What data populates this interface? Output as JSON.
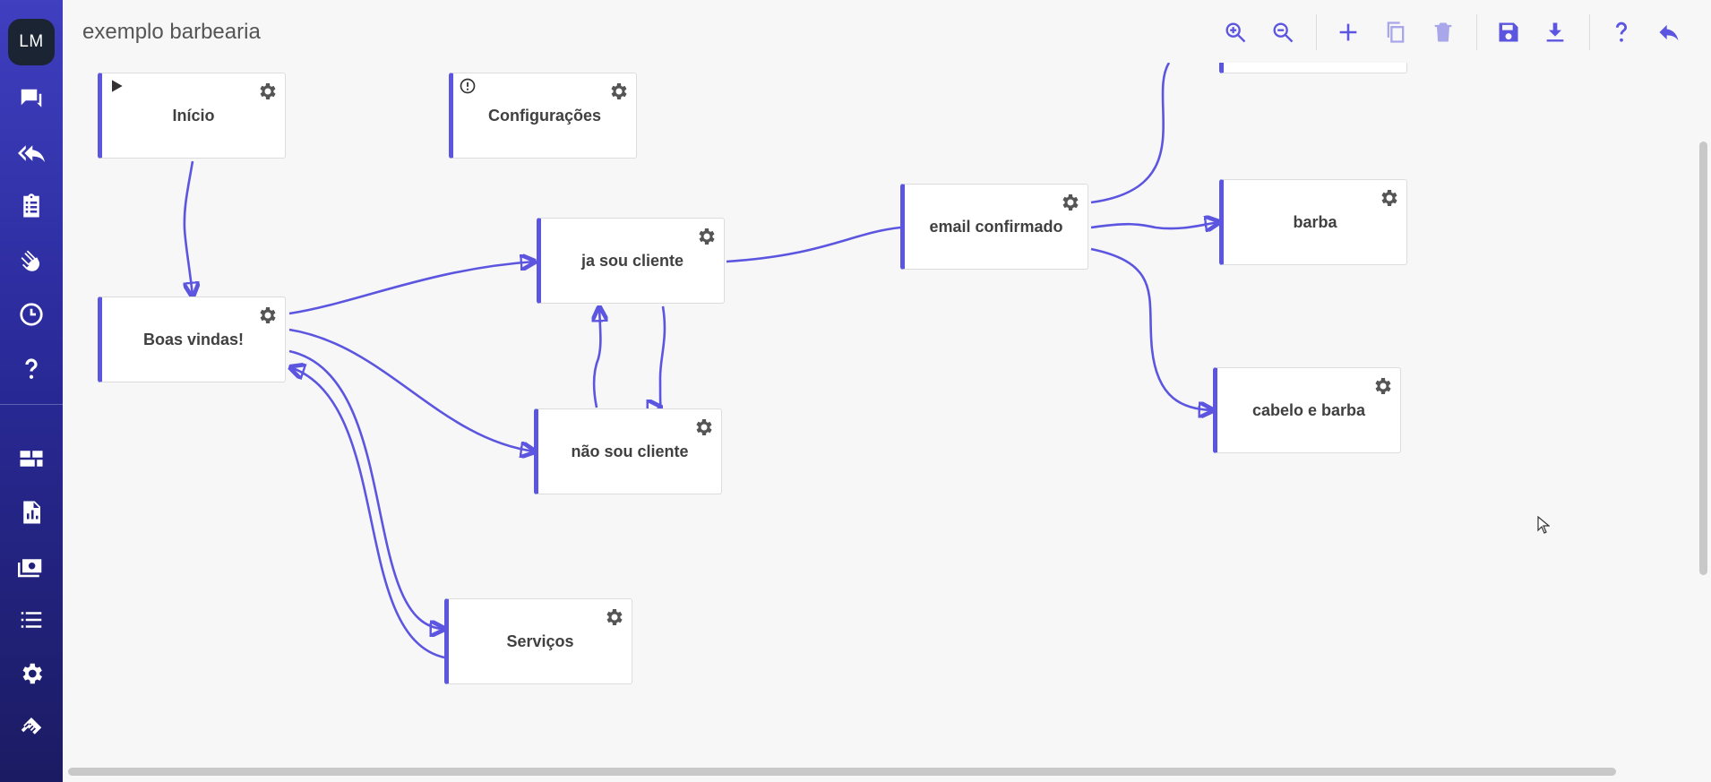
{
  "sidebar": {
    "avatar_initials": "LM",
    "items": [
      {
        "icon": "chat-bubbles-icon"
      },
      {
        "icon": "reply-all-icon"
      },
      {
        "icon": "clipboard-list-icon"
      },
      {
        "icon": "waving-hand-icon"
      },
      {
        "icon": "clock-icon"
      },
      {
        "icon": "help-icon"
      },
      {
        "icon": "dashboard-icon"
      },
      {
        "icon": "report-icon"
      },
      {
        "icon": "payments-icon"
      },
      {
        "icon": "list-icon"
      },
      {
        "icon": "settings-icon"
      },
      {
        "icon": "handshake-icon"
      }
    ]
  },
  "header": {
    "title": "exemplo barbearia",
    "tools": [
      {
        "icon": "zoom-in-icon"
      },
      {
        "icon": "zoom-out-icon"
      },
      {
        "icon": "add-icon"
      },
      {
        "icon": "copy-icon"
      },
      {
        "icon": "delete-icon"
      },
      {
        "icon": "save-icon"
      },
      {
        "icon": "download-icon"
      },
      {
        "icon": "help-icon"
      },
      {
        "icon": "undo-icon"
      }
    ]
  },
  "flow": {
    "nodes": [
      {
        "id": "inicio",
        "label": "Início",
        "marker": "play"
      },
      {
        "id": "configuracoes",
        "label": "Configurações",
        "marker": "alert"
      },
      {
        "id": "boas_vindas",
        "label": "Boas vindas!"
      },
      {
        "id": "ja_sou_cliente",
        "label": "ja sou cliente"
      },
      {
        "id": "nao_sou_cliente",
        "label": "não sou cliente"
      },
      {
        "id": "servicos",
        "label": "Serviços"
      },
      {
        "id": "email_confirmado",
        "label": "email confirmado"
      },
      {
        "id": "barba",
        "label": "barba"
      },
      {
        "id": "cabelo_e_barba",
        "label": "cabelo e barba"
      },
      {
        "id": "offscreen_node",
        "label": ""
      }
    ],
    "edges": [
      {
        "from": "inicio",
        "to": "boas_vindas"
      },
      {
        "from": "boas_vindas",
        "to": "ja_sou_cliente"
      },
      {
        "from": "boas_vindas",
        "to": "nao_sou_cliente"
      },
      {
        "from": "boas_vindas",
        "to": "servicos"
      },
      {
        "from": "servicos",
        "to": "boas_vindas"
      },
      {
        "from": "ja_sou_cliente",
        "to": "nao_sou_cliente"
      },
      {
        "from": "nao_sou_cliente",
        "to": "ja_sou_cliente"
      },
      {
        "from": "ja_sou_cliente",
        "to": "email_confirmado"
      },
      {
        "from": "email_confirmado",
        "to": "barba"
      },
      {
        "from": "email_confirmado",
        "to": "cabelo_e_barba"
      },
      {
        "from": "email_confirmado",
        "to": "offscreen_node"
      }
    ]
  },
  "colors": {
    "accent": "#5c55e0",
    "sidebar_top": "#3f3fc0",
    "sidebar_bottom": "#1b1b63"
  }
}
